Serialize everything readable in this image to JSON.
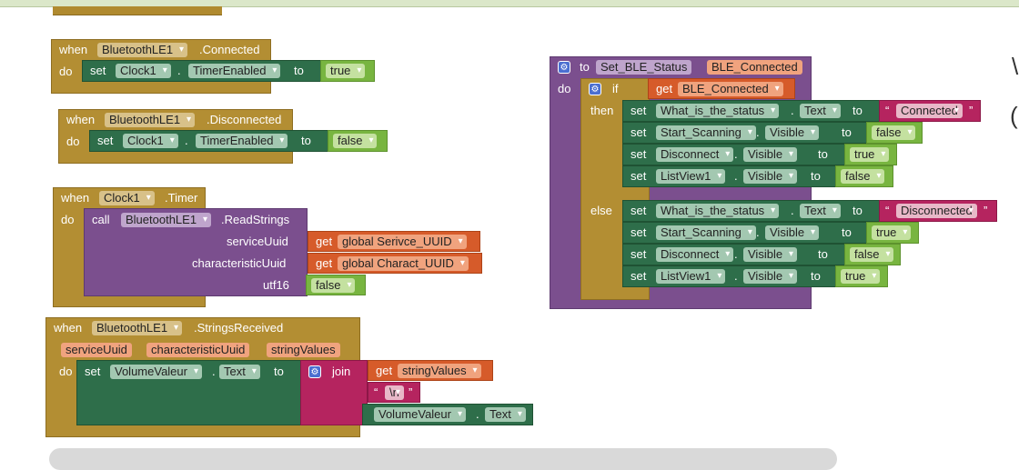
{
  "ev_connected": {
    "when": "when",
    "comp": "BluetoothLE1",
    "event": ".Connected",
    "do": "do",
    "set": "set",
    "target": "Clock1",
    "prop": "TimerEnabled",
    "to": "to",
    "value": "true"
  },
  "ev_disconnected": {
    "when": "when",
    "comp": "BluetoothLE1",
    "event": ".Disconnected",
    "do": "do",
    "set": "set",
    "target": "Clock1",
    "prop": "TimerEnabled",
    "to": "to",
    "value": "false"
  },
  "ev_timer": {
    "when": "when",
    "comp": "Clock1",
    "event": ".Timer",
    "do": "do",
    "call": "call",
    "target": "BluetoothLE1",
    "method": ".ReadStrings",
    "arg1_label": "serviceUuid",
    "arg1_get": "get",
    "arg1_var": "global Serivce_UUID",
    "arg2_label": "characteristicUuid",
    "arg2_get": "get",
    "arg2_var": "global Charact_UUID",
    "arg3_label": "utf16",
    "arg3_value": "false"
  },
  "ev_strings": {
    "when": "when",
    "comp": "BluetoothLE1",
    "event": ".StringsReceived",
    "param1": "serviceUuid",
    "param2": "characteristicUuid",
    "param3": "stringValues",
    "do": "do",
    "set": "set",
    "target": "VolumeValeur",
    "prop": "Text",
    "to": "to",
    "join": "join",
    "get": "get",
    "get_var": "stringValues",
    "newline_open": "“",
    "newline": "\\n",
    "newline_close": "”",
    "comp2": "VolumeValeur",
    "prop2": "Text"
  },
  "proc": {
    "to": "to",
    "name": "Set_BLE_Status",
    "param": "BLE_Connected",
    "do": "do",
    "if": "if",
    "cond_get": "get",
    "cond_var": "BLE_Connected",
    "then": "then",
    "else": "else",
    "then_rows": [
      {
        "set": "set",
        "target": "What_is_the_status",
        "prop": "Text",
        "to": "to",
        "value": "Connected",
        "quote_open": "“",
        "quote_close": "”"
      },
      {
        "set": "set",
        "target": "Start_Scanning",
        "prop": "Visible",
        "to": "to",
        "value": "false"
      },
      {
        "set": "set",
        "target": "Disconnect",
        "prop": "Visible",
        "to": "to",
        "value": "true"
      },
      {
        "set": "set",
        "target": "ListView1",
        "prop": "Visible",
        "to": "to",
        "value": "false"
      }
    ],
    "else_rows": [
      {
        "set": "set",
        "target": "What_is_the_status",
        "prop": "Text",
        "to": "to",
        "value": "Disconnected",
        "quote_open": "“",
        "quote_close": "”"
      },
      {
        "set": "set",
        "target": "Start_Scanning",
        "prop": "Visible",
        "to": "to",
        "value": "true"
      },
      {
        "set": "set",
        "target": "Disconnect",
        "prop": "Visible",
        "to": "to",
        "value": "false"
      },
      {
        "set": "set",
        "target": "ListView1",
        "prop": "Visible",
        "to": "to",
        "value": "true"
      }
    ]
  },
  "colors": {
    "event": "#b38e33",
    "set": "#2e6e4a",
    "logic": "#78b540",
    "get": "#d65b2a",
    "procedure": "#7b4f8e",
    "text": "#b5245f"
  }
}
